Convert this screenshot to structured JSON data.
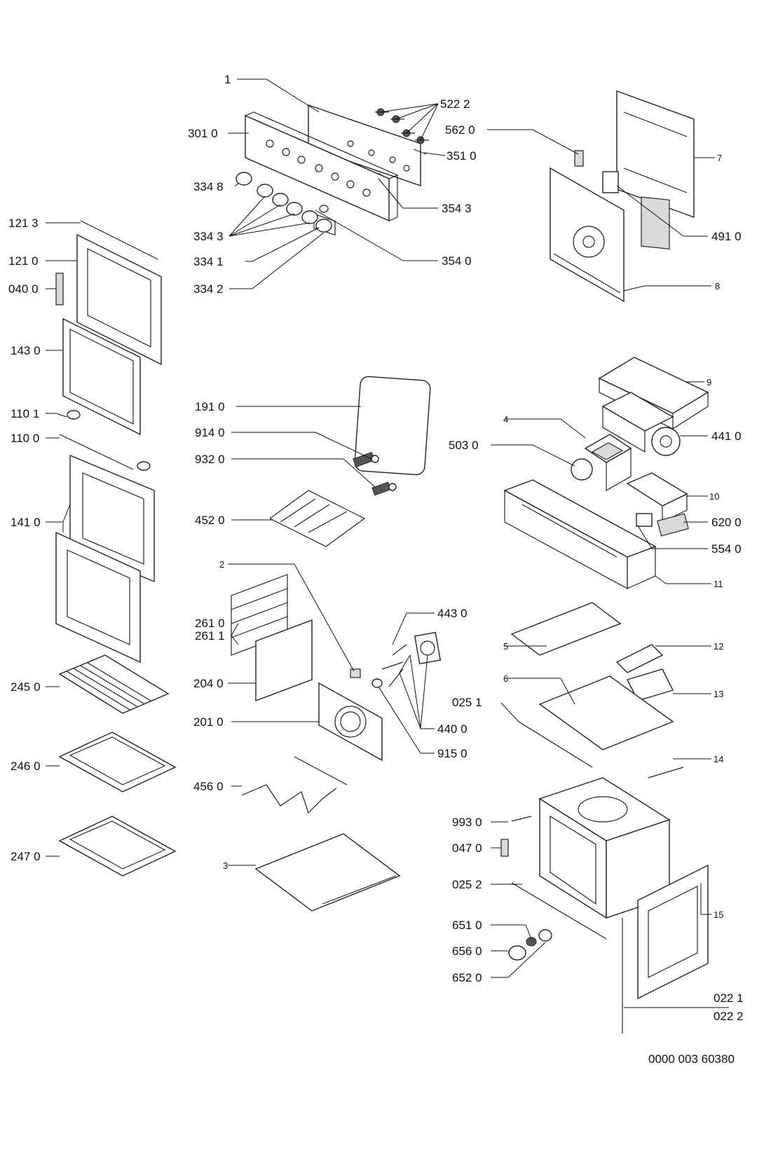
{
  "diagram": {
    "labels": {
      "l1": "1",
      "l5222": "522 2",
      "l3010": "301 0",
      "l5620": "562 0",
      "l3510": "351 0",
      "l7": "7",
      "l3348": "334 8",
      "l3543": "354 3",
      "l1213": "121 3",
      "l3343": "334 3",
      "l4910": "491 0",
      "l1210": "121 0",
      "l3341": "334 1",
      "l3540": "354 0",
      "l0400": "040 0",
      "l3342": "334 2",
      "l8": "8",
      "l1430": "143 0",
      "l9": "9",
      "l1910": "191 0",
      "l1101": "110 1",
      "l4": "4",
      "l4410": "441 0",
      "l1100": "110 0",
      "l9140": "914 0",
      "l5030": "503 0",
      "l9320": "932 0",
      "l10": "10",
      "l1410": "141 0",
      "l4520": "452 0",
      "l6200": "620 0",
      "l5540": "554 0",
      "l2": "2",
      "l11": "11",
      "l4430": "443 0",
      "l2610": "261 0",
      "l5": "5",
      "l2611": "261 1",
      "l12": "12",
      "l2040": "204 0",
      "l2450": "245 0",
      "l6": "6",
      "l13": "13",
      "l0251": "025 1",
      "l2010": "201 0",
      "l4400": "440 0",
      "l9150": "915 0",
      "l2460": "246 0",
      "l14": "14",
      "l4560": "456 0",
      "l9930": "993 0",
      "l0470": "047 0",
      "l2470": "247 0",
      "l3": "3",
      "l0252": "025 2",
      "l15": "15",
      "l6510": "651 0",
      "l6560": "656 0",
      "l6520": "652 0",
      "l0221": "022 1",
      "l0222": "022 2"
    },
    "reference": "0000 003 60380"
  }
}
